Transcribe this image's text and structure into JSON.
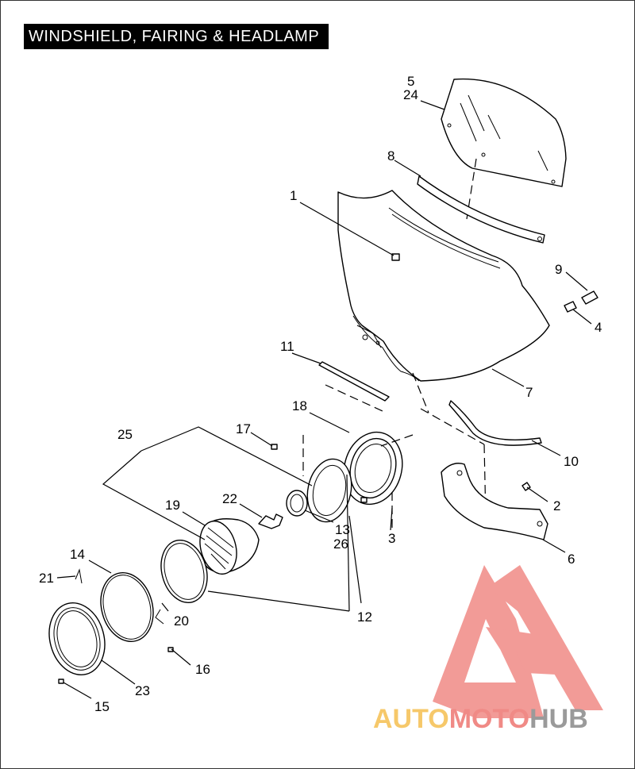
{
  "title": "WINDSHIELD, FAIRING & HEADLAMP",
  "callouts": {
    "c1": "1",
    "c2": "2",
    "c3": "3",
    "c4": "4",
    "c5": "5",
    "c6": "6",
    "c7": "7",
    "c8": "8",
    "c9": "9",
    "c10": "10",
    "c11": "11",
    "c12": "12",
    "c13": "13",
    "c14": "14",
    "c15": "15",
    "c16": "16",
    "c17": "17",
    "c18": "18",
    "c19": "19",
    "c20": "20",
    "c21": "21",
    "c22": "22",
    "c23": "23",
    "c24": "24",
    "c25": "25",
    "c26": "26"
  },
  "watermark": {
    "word_a": "AUTO",
    "word_b": "MOTO",
    "word_c": "HUB",
    "colors": {
      "a": "#f6c86a",
      "b": "#f08a86",
      "c": "#9a9a9a",
      "logo": "#f08a86"
    }
  }
}
